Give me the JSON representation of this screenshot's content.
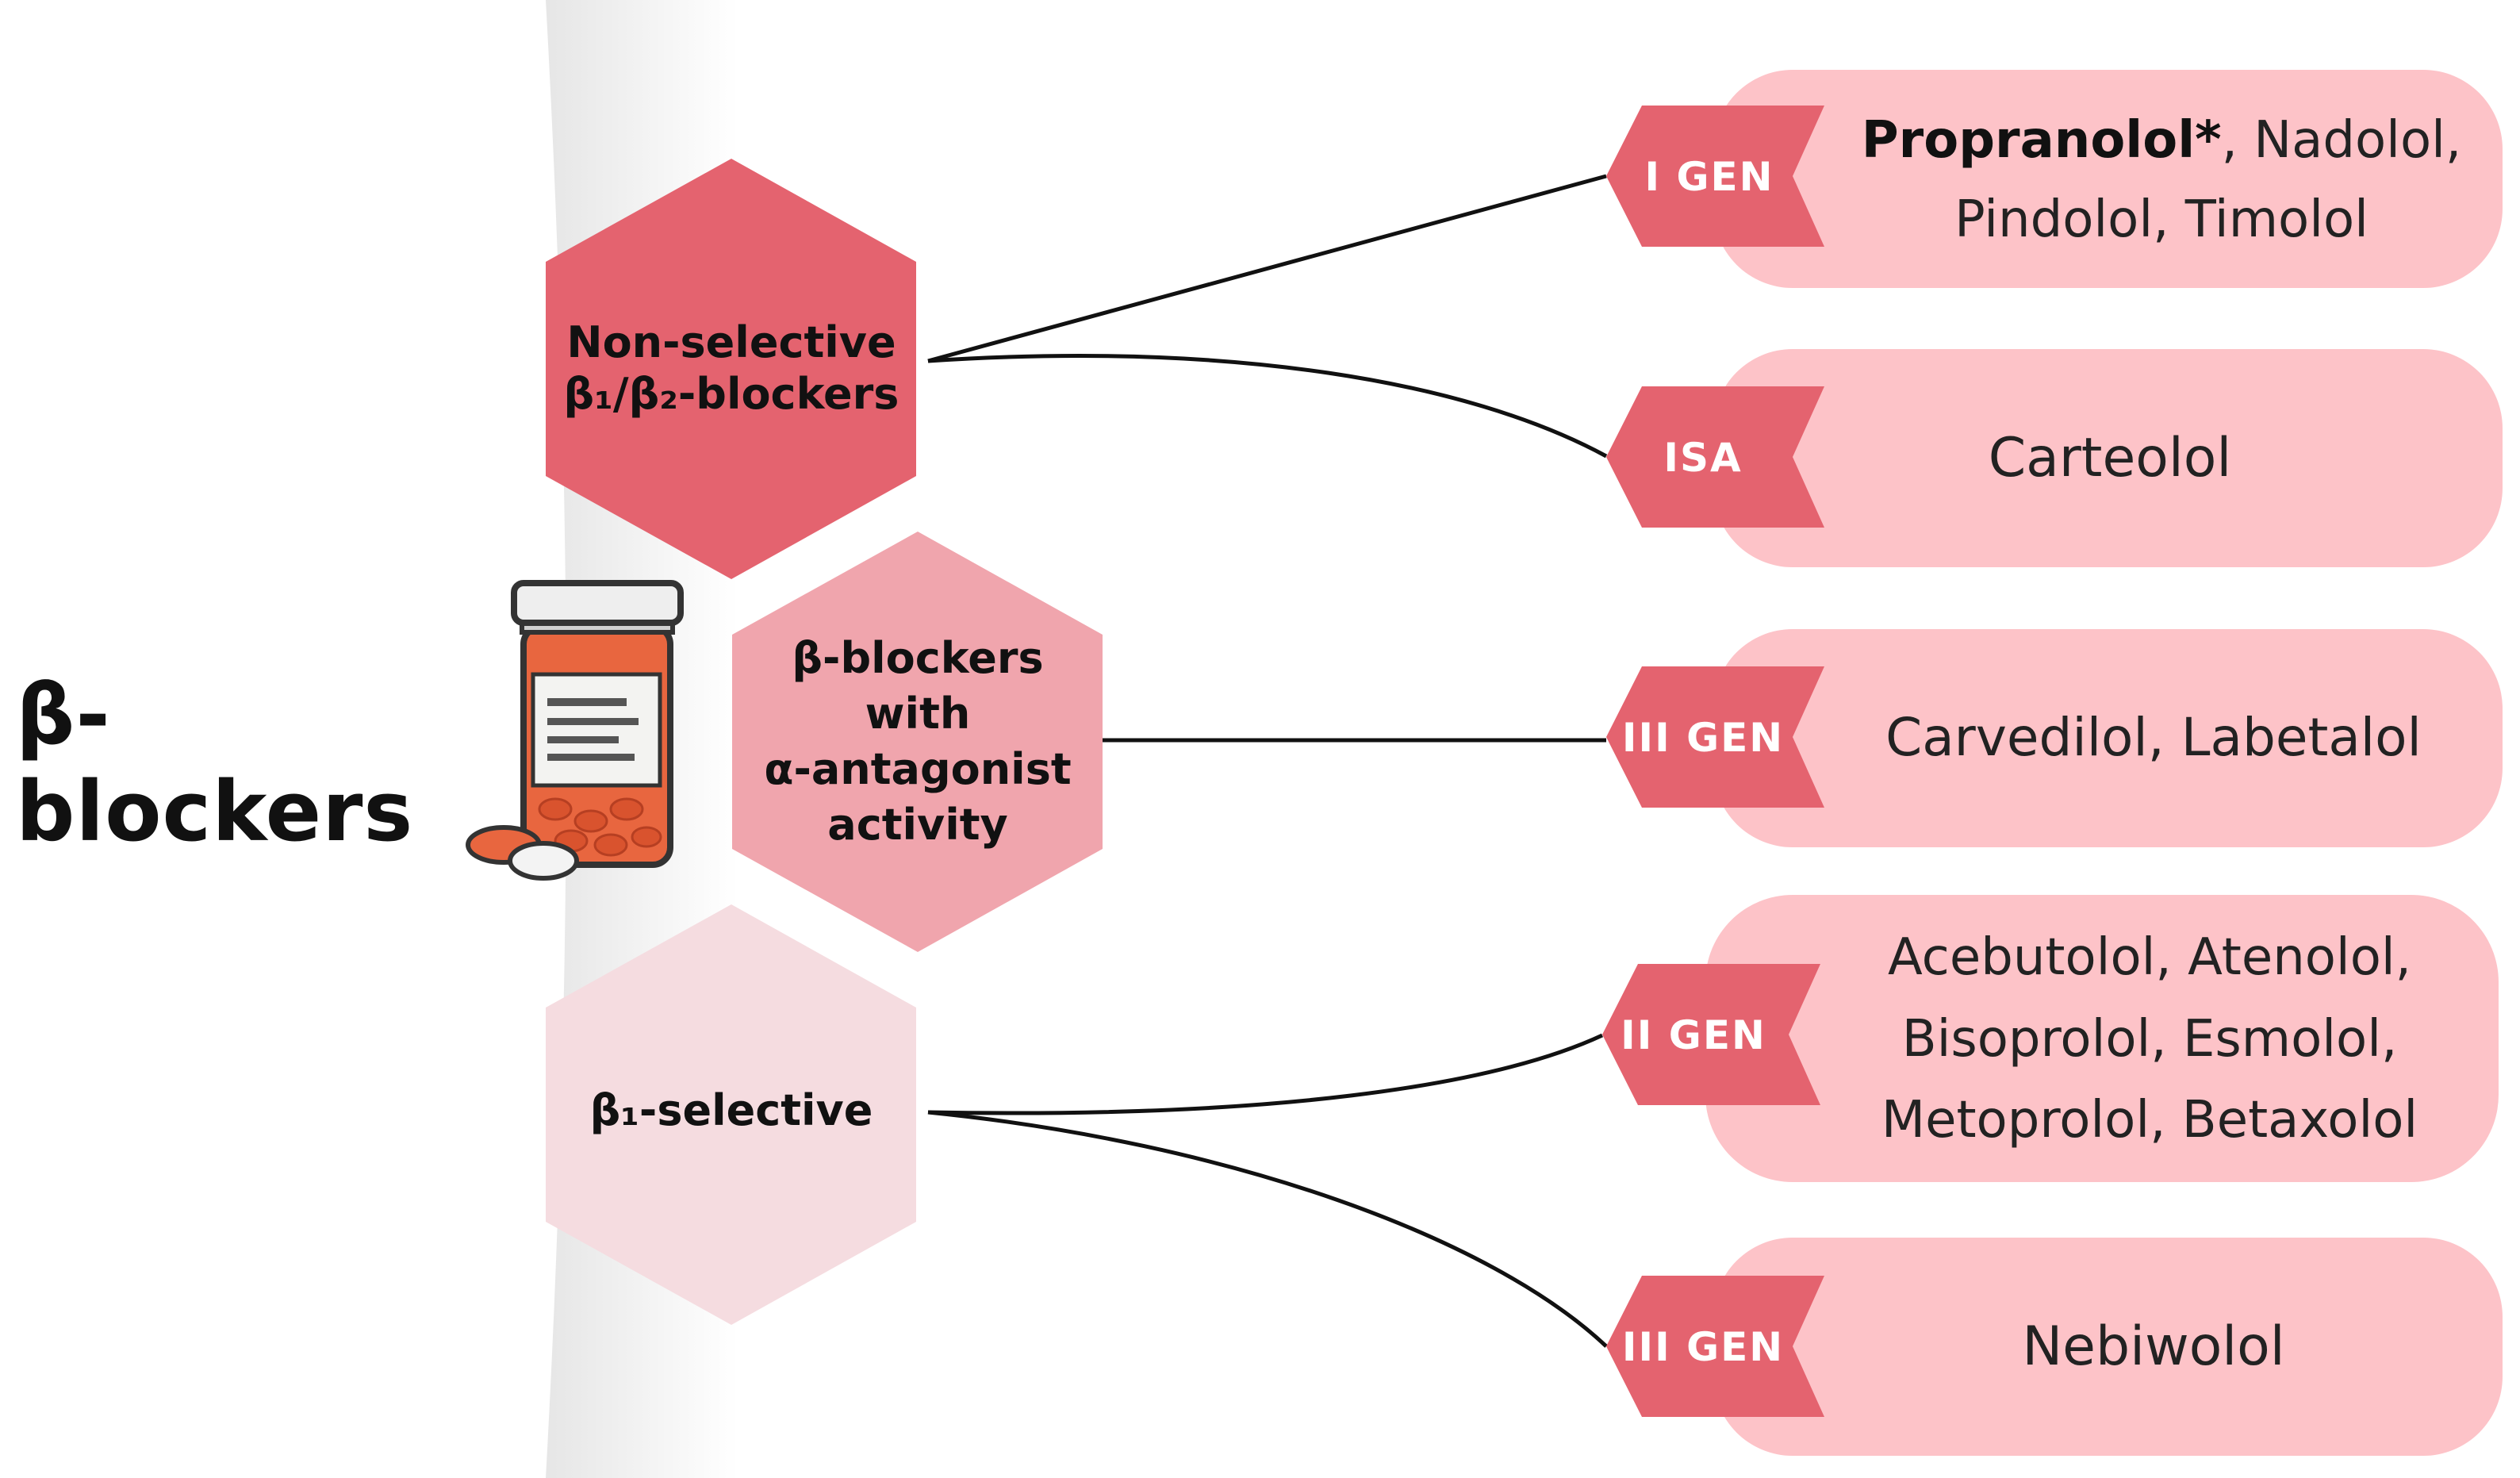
{
  "title": "β-blockers",
  "colors": {
    "hex_dark": "#e4636f",
    "hex_mid": "#f0a5ad",
    "hex_light": "#f5dce0",
    "pill_fill": "#fdc3c8",
    "badge_fill": "#e4636f",
    "connector": "#111111"
  },
  "categories": [
    {
      "id": "nonselective",
      "lines": [
        "Non-selective",
        "β₁/β₂-blockers"
      ]
    },
    {
      "id": "alpha",
      "lines": [
        "β-blockers",
        "with",
        "α-antagonist",
        "activity"
      ]
    },
    {
      "id": "b1selective",
      "lines": [
        "β₁-selective"
      ]
    }
  ],
  "groups": [
    {
      "badge": "I GEN",
      "drug_lines": [
        [
          "Propranolol*",
          ", Nadolol,"
        ],
        [
          "",
          "Pindolol, Timolol"
        ]
      ]
    },
    {
      "badge": "ISA",
      "drug_lines": [
        [
          "",
          "Carteolol"
        ]
      ]
    },
    {
      "badge": "III GEN",
      "drug_lines": [
        [
          "",
          "Carvedilol, Labetalol"
        ]
      ]
    },
    {
      "badge": "II GEN",
      "drug_lines": [
        [
          "",
          "Acebutolol, Atenolol,"
        ],
        [
          "",
          "Bisoprolol, Esmolol,"
        ],
        [
          "",
          "Metoprolol, Betaxolol"
        ]
      ]
    },
    {
      "badge": "III GEN",
      "drug_lines": [
        [
          "",
          "Nebiwolol"
        ]
      ]
    }
  ],
  "icons": {
    "pill_bottle": "pill-bottle-icon"
  }
}
